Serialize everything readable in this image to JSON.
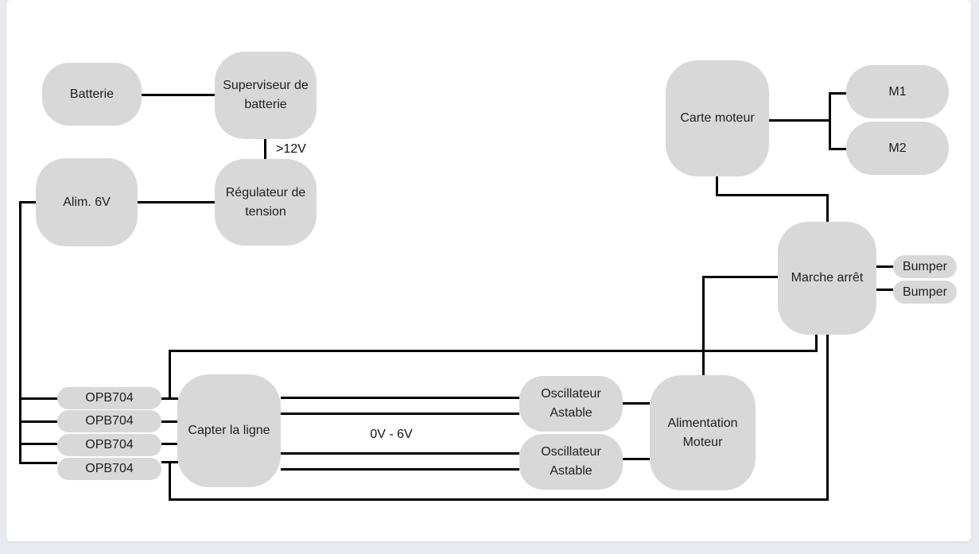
{
  "diagram": {
    "colors": {
      "node_fill": "#d8d8d8",
      "line": "#000000",
      "text": "#1f1f1f",
      "canvas_background": "#ffffff",
      "page_background": "#e9eaef"
    },
    "nodes": {
      "batterie": {
        "label": "Batterie"
      },
      "superviseur": {
        "label": "Superviseur de batterie"
      },
      "regulateur": {
        "label": "Régulateur de tension"
      },
      "alim6v": {
        "label": "Alim. 6V"
      },
      "carte_moteur": {
        "label": "Carte moteur"
      },
      "m1": {
        "label": "M1"
      },
      "m2": {
        "label": "M2"
      },
      "marche_arret": {
        "label": "Marche arrêt"
      },
      "bumper1": {
        "label": "Bumper"
      },
      "bumper2": {
        "label": "Bumper"
      },
      "opb1": {
        "label": "OPB704"
      },
      "opb2": {
        "label": "OPB704"
      },
      "opb3": {
        "label": "OPB704"
      },
      "opb4": {
        "label": "OPB704"
      },
      "capter": {
        "label": "Capter la ligne"
      },
      "osc1": {
        "label": "Oscillateur Astable"
      },
      "osc2": {
        "label": "Oscillateur Astable"
      },
      "alim_moteur": {
        "label": "Alimentation Moteur"
      }
    },
    "edge_labels": {
      "sup_to_reg": ">12V",
      "capter_to_osc": "0V - 6V"
    },
    "edges": [
      {
        "from": "Batterie",
        "to": "Superviseur de batterie"
      },
      {
        "from": "Superviseur de batterie",
        "to": "Régulateur de tension",
        "label": ">12V"
      },
      {
        "from": "Alim. 6V",
        "to": "Régulateur de tension"
      },
      {
        "from": "Alim. 6V",
        "to": "OPB704 (x4)"
      },
      {
        "from": "OPB704 (x4)",
        "to": "Capter la ligne"
      },
      {
        "from": "Capter la ligne",
        "to": "Oscillateur Astable (haut)",
        "label": "0V - 6V",
        "lines": 2
      },
      {
        "from": "Capter la ligne",
        "to": "Oscillateur Astable (bas)",
        "label": "0V - 6V",
        "lines": 2
      },
      {
        "from": "Oscillateur Astable (haut)",
        "to": "Alimentation Moteur"
      },
      {
        "from": "Oscillateur Astable (bas)",
        "to": "Alimentation Moteur"
      },
      {
        "from": "Marche arrêt",
        "to": "Alimentation Moteur"
      },
      {
        "from": "Marche arrêt",
        "to": "Capter la ligne (boucle haute)"
      },
      {
        "from": "Marche arrêt",
        "to": "Capter la ligne (boucle basse)"
      },
      {
        "from": "Carte moteur",
        "to": "M1"
      },
      {
        "from": "Carte moteur",
        "to": "M2"
      },
      {
        "from": "Carte moteur",
        "to": "Marche arrêt"
      },
      {
        "from": "Marche arrêt",
        "to": "Bumper"
      },
      {
        "from": "Marche arrêt",
        "to": "Bumper "
      }
    ]
  }
}
